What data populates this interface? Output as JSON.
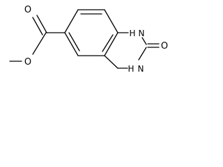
{
  "molecule": {
    "atom_labels": {
      "carbonyl_oxygen_ester": "O",
      "ester_oxygen": "O",
      "n1": "NH",
      "n1_h": "H",
      "n1_n": "N",
      "c2_oxygen": "O",
      "n3_h": "H",
      "n3_n": "N"
    }
  }
}
